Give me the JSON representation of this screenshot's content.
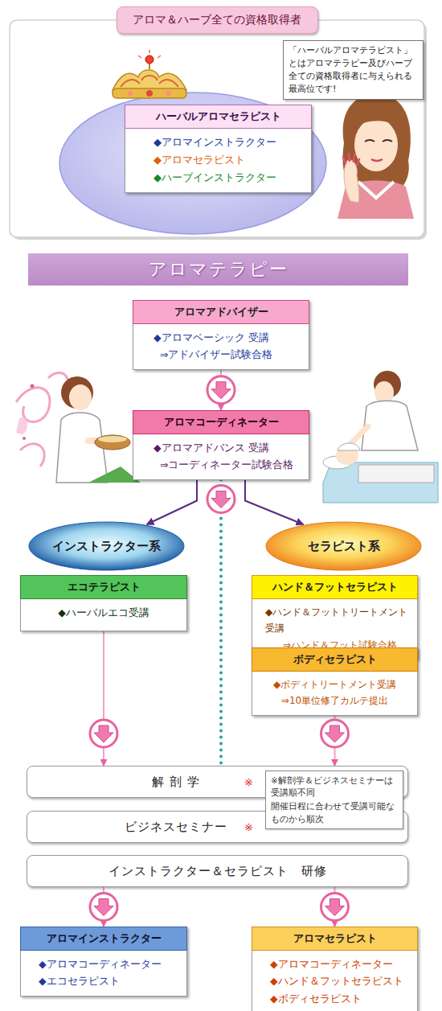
{
  "diagram": {
    "nodes": [
      {
        "text": [
          "アロマ＆ハーブ全ての資格取得者"
        ]
      },
      {
        "text": [
          "ハーバルアロマセラピスト",
          "◆アロマインストラクター",
          "◆アロマセラピスト",
          "◆ハーブインストラクター"
        ],
        "in": 0
      },
      {
        "text": [
          "「ハーバルアロマテラピスト」とはアロマテラピー及びハーブ全ての資格取得者に与えられる最高位です!"
        ],
        "in": 0
      },
      {
        "text": [
          "アロマテラピー"
        ]
      },
      {
        "text": [
          "アロマアドバイザー",
          "◆アロマベーシック 受講",
          "⇒アドバイザー試験合格"
        ]
      },
      {
        "text": [
          "アロマコーディネーター",
          "◆アロマアドバンス 受講",
          "⇒コーディネーター試験合格"
        ]
      },
      {
        "text": [
          "インストラクター系"
        ]
      },
      {
        "text": [
          "セラピスト系"
        ]
      },
      {
        "text": [
          "エコテラピスト",
          "◆ハーバルエコ受講"
        ]
      },
      {
        "text": [
          "ハンド＆フットセラピスト",
          "◆ハンド＆フットトリートメント受講",
          "⇒ハンド＆フット試験合格"
        ]
      },
      {
        "text": [
          "ボディセラピスト",
          "◆ボディトリートメント受講",
          "⇒10単位修了カルテ提出"
        ]
      },
      {
        "text": [
          "解 剖 学",
          "※"
        ]
      },
      {
        "text": [
          "ビジネスセミナー",
          "※"
        ]
      },
      {
        "text": [
          "※解剖学＆ビジネスセミナーは受講順不同",
          "開催日程に合わせて受講可能なものから順次"
        ]
      },
      {
        "text": [
          "インストラクター＆セラピスト　研修"
        ]
      },
      {
        "text": [
          "アロマインストラクター",
          "◆アロマコーディネーター",
          "◆エコセラピスト"
        ]
      },
      {
        "text": [
          "アロマセラピスト",
          "◆アロマコーディネーター",
          "◆ハンド＆フットセラピスト",
          "◆ボディセラピスト"
        ]
      }
    ],
    "edges": [
      {
        "from": 4,
        "to": 5,
        "arrow": "to"
      },
      {
        "from": 5,
        "to": 6,
        "arrow": "to"
      },
      {
        "from": 5,
        "to": 7,
        "arrow": "to"
      },
      {
        "from": 5,
        "to": 11,
        "arrow": "none"
      },
      {
        "from": 8,
        "to": 11,
        "arrow": "to"
      },
      {
        "from": 10,
        "to": 11,
        "arrow": "to"
      },
      {
        "from": 14,
        "to": 15,
        "arrow": "to"
      },
      {
        "from": 14,
        "to": 16,
        "arrow": "to"
      }
    ]
  }
}
